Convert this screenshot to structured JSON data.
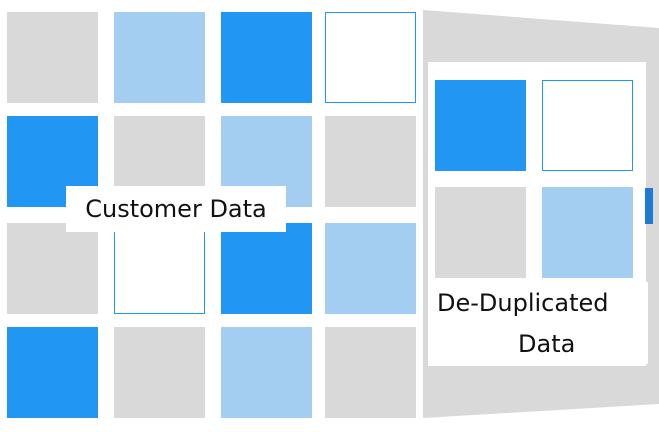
{
  "colors": {
    "gray": "#d9d9d9",
    "light_blue": "#a3cdf1",
    "blue": "#2196f3",
    "white": "#ffffff",
    "outline": "#2196f3",
    "funnel": "#d9d9d9"
  },
  "customer_grid": {
    "label": "Customer Data",
    "cells": [
      [
        "gray",
        "light_blue",
        "blue",
        "white"
      ],
      [
        "blue",
        "gray",
        "light_blue",
        "gray"
      ],
      [
        "gray",
        "white",
        "blue",
        "light_blue"
      ],
      [
        "blue",
        "gray",
        "light_blue",
        "gray"
      ]
    ]
  },
  "dedup_grid": {
    "label_line1": "De-Duplicated",
    "label_line2": "Data",
    "cells": [
      [
        "blue",
        "white"
      ],
      [
        "gray",
        "light_blue"
      ]
    ]
  }
}
